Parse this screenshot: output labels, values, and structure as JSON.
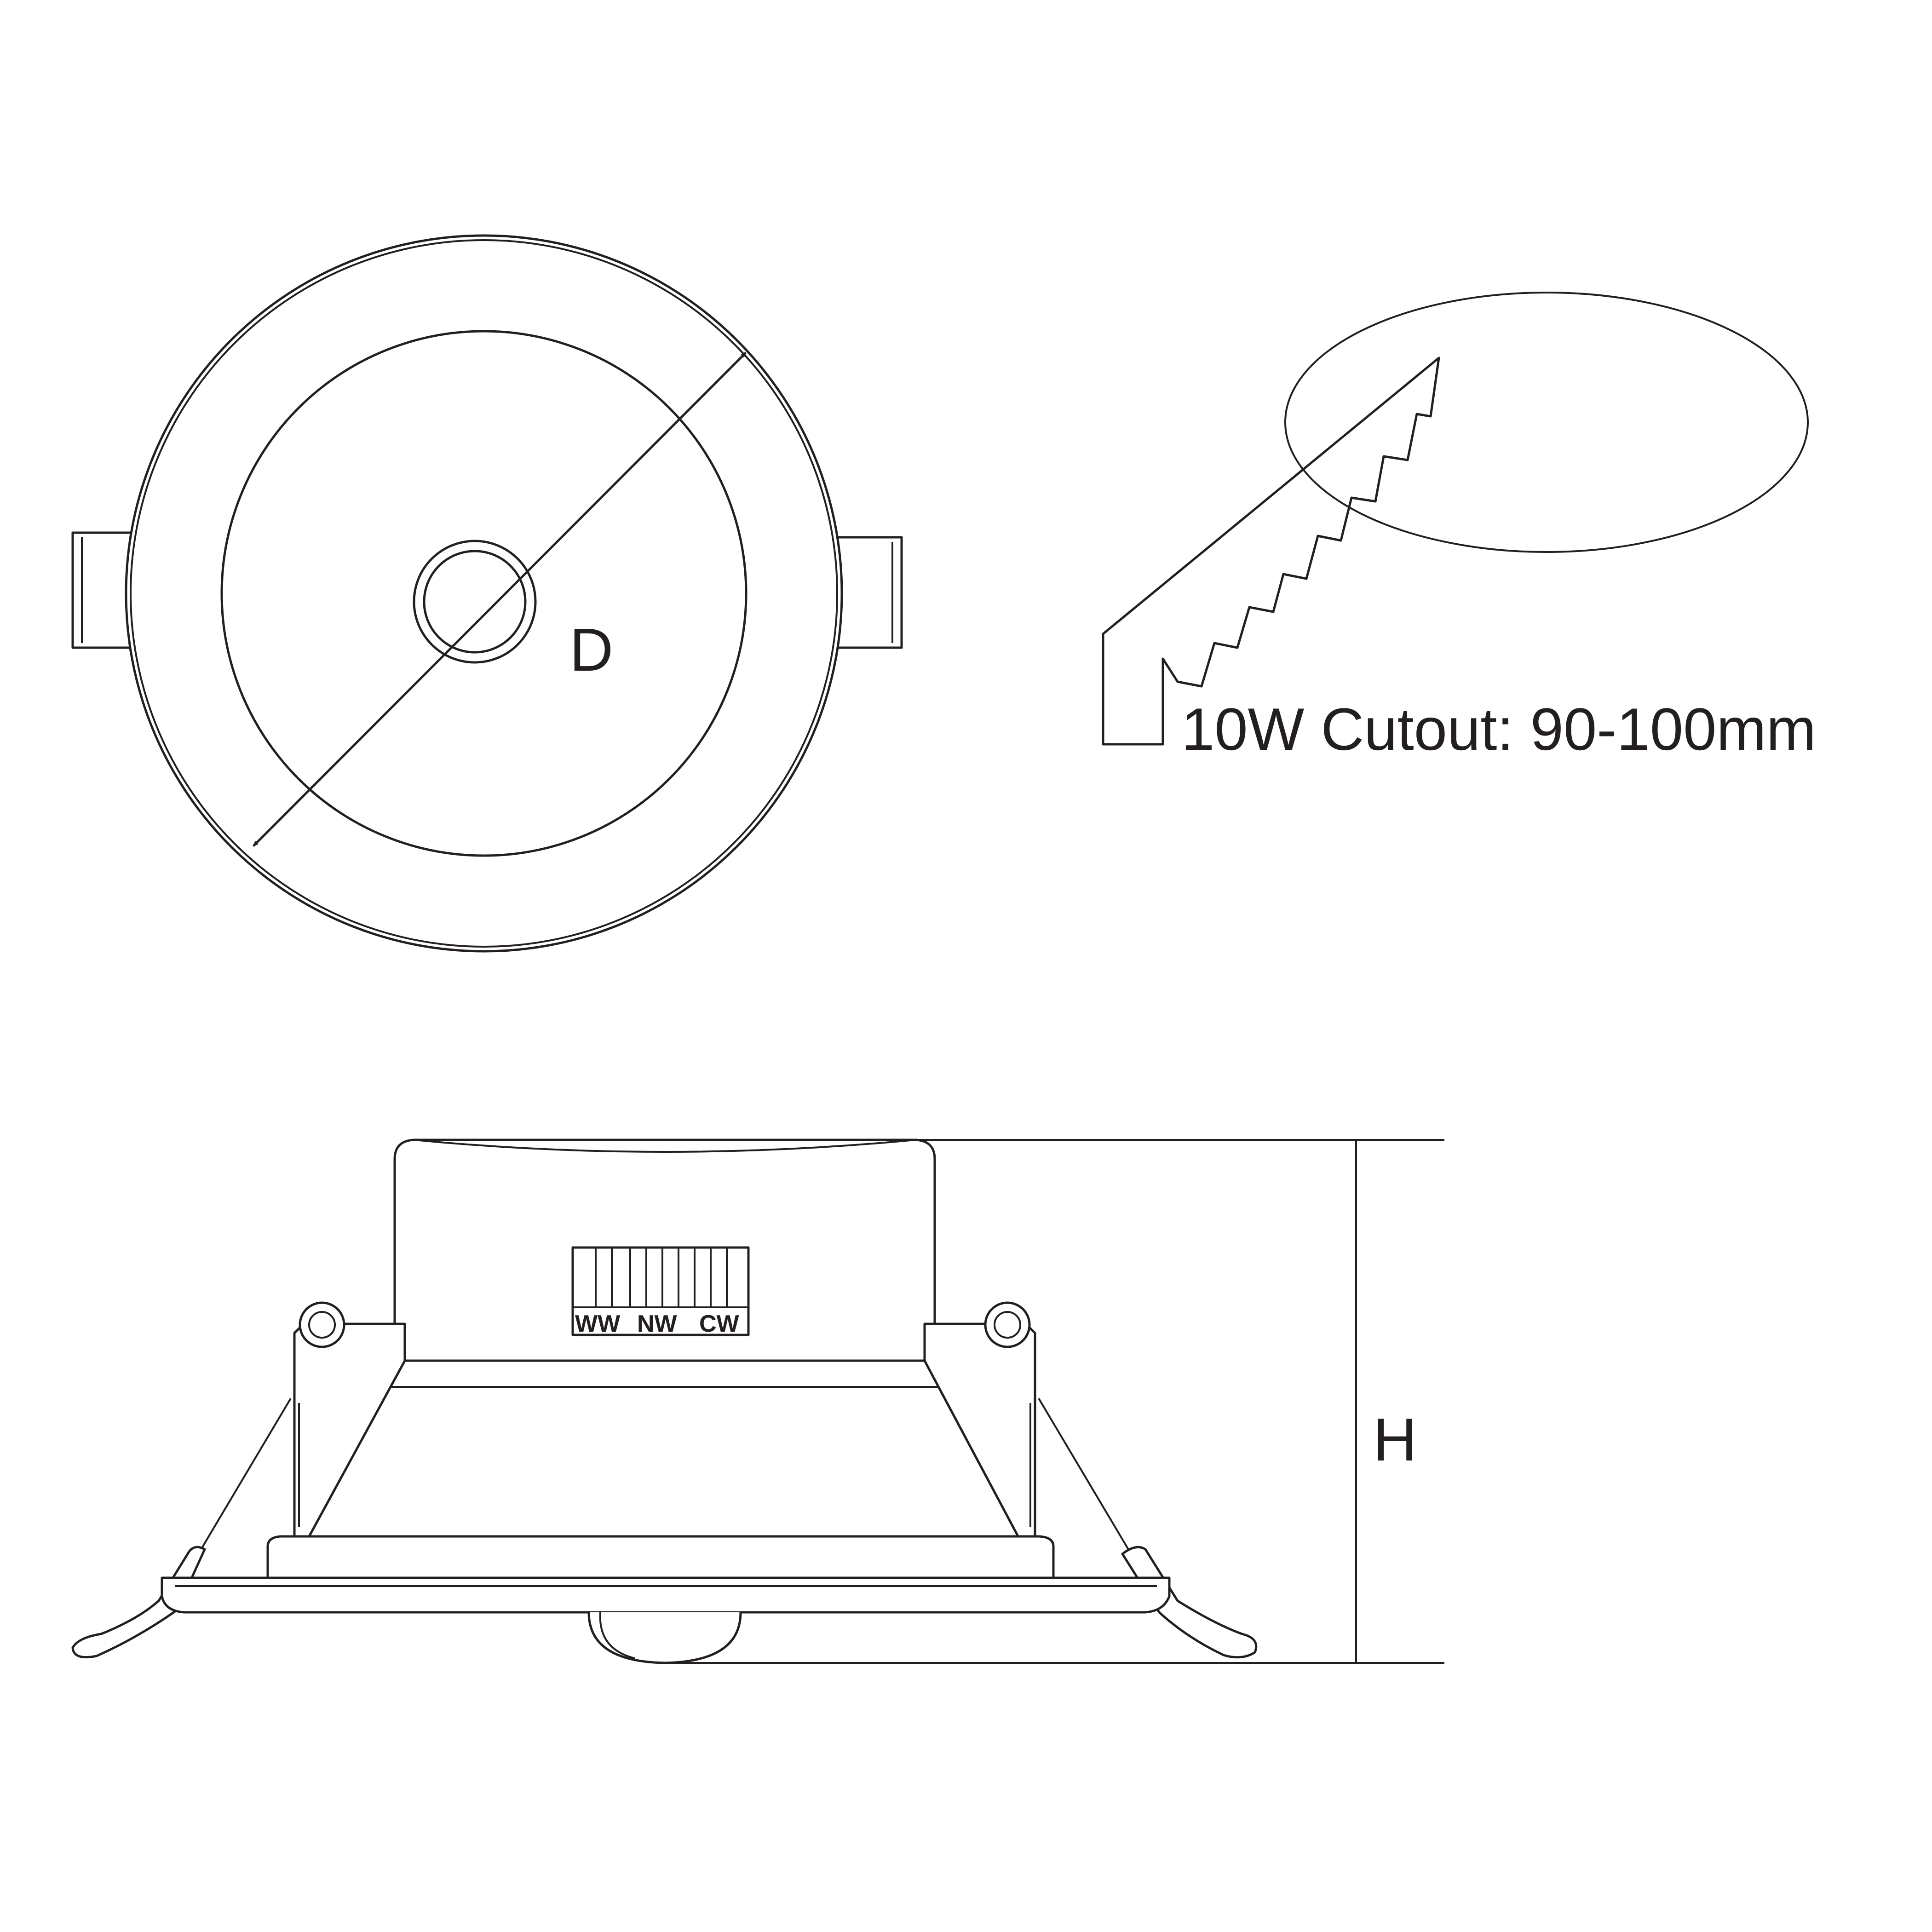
{
  "labels": {
    "diameter": "D",
    "height": "H",
    "cutout": "10W Cutout: 90-100mm",
    "switch_ww": "WW",
    "switch_nw": "NW",
    "switch_cw": "CW"
  },
  "icons": {
    "top_view": "downlight-top-view-icon",
    "saw": "saw-cutting-icon",
    "side_view": "downlight-side-view-icon"
  }
}
